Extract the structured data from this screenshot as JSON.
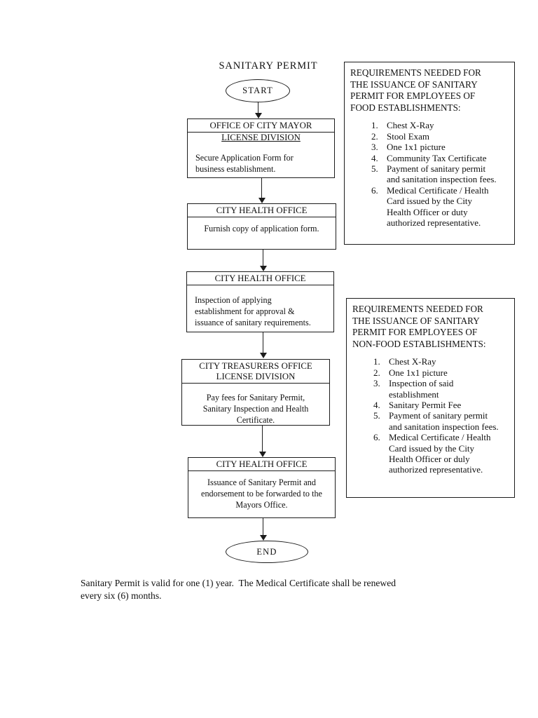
{
  "colors": {
    "page_bg": "#ffffff",
    "ink": "#1c1c1c",
    "text": "#111111"
  },
  "page": {
    "title": "SANITARY PERMIT",
    "footnote": "Sanitary Permit is valid for one (1) year.  The Medical Certificate shall be renewed\nevery six (6) months."
  },
  "flowchart": {
    "start_label": "START",
    "end_label": "END",
    "steps": [
      {
        "office": "OFFICE OF CITY MAYOR",
        "division": "LICENSE DIVISION",
        "action": "Secure Application Form for\nbusiness establishment."
      },
      {
        "office": "CITY HEALTH OFFICE",
        "action": "Furnish copy of application form."
      },
      {
        "office": "CITY HEALTH OFFICE",
        "action": "Inspection of applying\nestablishment for approval &\nissuance of sanitary requirements."
      },
      {
        "office": "CITY TREASURERS OFFICE",
        "division": "LICENSE DIVISION",
        "action": "Pay fees for Sanitary Permit,\nSanitary Inspection and Health\nCertificate."
      },
      {
        "office": "CITY HEALTH OFFICE",
        "action": "Issuance of Sanitary Permit and\nendorsement to be forwarded to the\nMayors Office."
      }
    ]
  },
  "requirements_food": {
    "title": "REQUIREMENTS NEEDED FOR\nTHE ISSUANCE OF SANITARY\nPERMIT FOR EMPLOYEES OF\nFOOD ESTABLISHMENTS:",
    "items": [
      {
        "num": "1.",
        "text": "Chest X-Ray"
      },
      {
        "num": "2.",
        "text": "Stool Exam"
      },
      {
        "num": "3.",
        "text": "One 1x1 picture"
      },
      {
        "num": "4.",
        "text": "Community Tax Certificate"
      },
      {
        "num": "5.",
        "text": "Payment of sanitary permit\nand sanitation inspection fees."
      },
      {
        "num": "6.",
        "text": "Medical Certificate / Health\nCard issued by the City\nHealth Officer or duty\nauthorized representative."
      }
    ]
  },
  "requirements_nonfood": {
    "title": "REQUIREMENTS NEEDED FOR\nTHE ISSUANCE OF SANITARY\nPERMIT FOR EMPLOYEES OF\nNON-FOOD ESTABLISHMENTS:",
    "items": [
      {
        "num": "1.",
        "text": "Chest X-Ray"
      },
      {
        "num": "2.",
        "text": "One 1x1 picture"
      },
      {
        "num": "3.",
        "text": "Inspection of said\nestablishment"
      },
      {
        "num": "4.",
        "text": "Sanitary Permit Fee"
      },
      {
        "num": "5.",
        "text": "Payment of sanitary permit\nand sanitation inspection fees."
      },
      {
        "num": "6.",
        "text": "Medical Certificate / Health\nCard issued by the City\nHealth Officer or duly\nauthorized representative."
      }
    ]
  }
}
